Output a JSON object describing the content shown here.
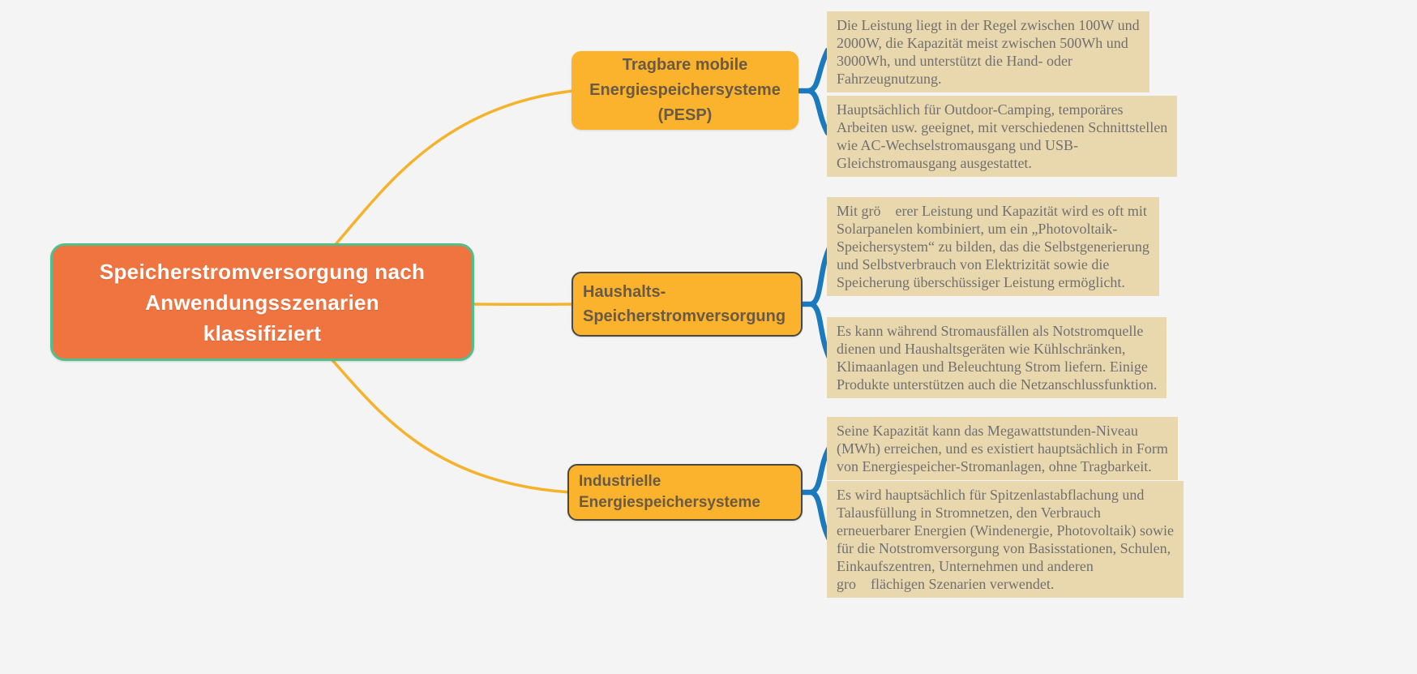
{
  "theme": {
    "background": "#f4f4f5",
    "root_fill": "#f0743f",
    "root_border": "#52be8c",
    "root_text": "#ffffff",
    "branch_fill": "#fbb22c",
    "branch_border": "#4a4843",
    "branch_text": "#6a5a43",
    "leaf_fill": "#e9d8ad",
    "leaf_text": "#707070",
    "edge_yellow": "#f5b32b",
    "edge_blue": "#1b79bd"
  },
  "root": {
    "label": "Speicherstromversorgung nach\nAnwendungsszenarien\nklassifiziert"
  },
  "branches": [
    {
      "id": "pesp",
      "label": "Tragbare mobile\nEnergiespeichersysteme\n(PESP)",
      "leaves": [
        "Die Leistung liegt in der Regel zwischen 100W und\n2000W, die Kapazität meist zwischen 500Wh und\n3000Wh, und unterstützt die Hand- oder\nFahrzeugnutzung.",
        "Hauptsächlich für Outdoor-Camping, temporäres\nArbeiten usw. geeignet, mit verschiedenen Schnittstellen\nwie AC-Wechselstromausgang und USB-\nGleichstromausgang ausgestattet."
      ]
    },
    {
      "id": "haushalt",
      "label": "Haushalts-\nSpeicherstromversorgung",
      "leaves": [
        "Mit grö erer Leistung und Kapazität wird es oft mit\nSolarpanelen kombiniert, um ein „Photovoltaik-\nSpeichersystem“ zu bilden, das die Selbstgenerierung\nund Selbstverbrauch von Elektrizität sowie die\nSpeicherung überschüssiger Leistung ermöglicht.",
        "Es kann während Stromausfällen als Notstromquelle\ndienen und Haushaltsgeräten wie Kühlschränken,\nKlimaanlagen und Beleuchtung Strom liefern. Einige\nProdukte unterstützen auch die Netzanschlussfunktion."
      ]
    },
    {
      "id": "industrie",
      "label": "Industrielle\nEnergiespeichersysteme",
      "leaves": [
        "Seine Kapazität kann das Megawattstunden-Niveau\n(MWh) erreichen, und es existiert hauptsächlich in Form\nvon Energiespeicher-Stromanlagen, ohne Tragbarkeit.",
        "Es wird hauptsächlich für Spitzenlastabflachung und\nTalausfüllung in Stromnetzen, den Verbrauch\nerneuerbarer Energien (Windenergie, Photovoltaik) sowie\nfür die Notstromversorgung von Basisstationen, Schulen,\nEinkaufszentren, Unternehmen und anderen\ngro flächigen Szenarien verwendet."
      ]
    }
  ]
}
